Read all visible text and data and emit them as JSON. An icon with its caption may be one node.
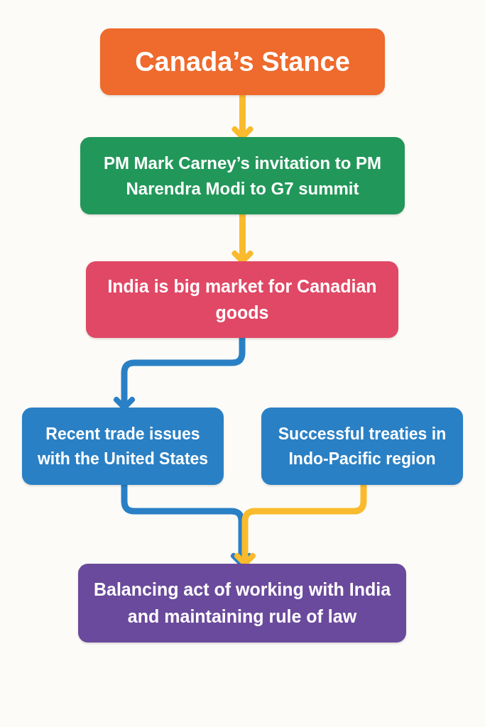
{
  "diagram": {
    "nodes": [
      {
        "text": [
          "Canada’s Stance"
        ]
      },
      {
        "text": [
          "PM Mark Carney’s invitation to PM Narendra Modi to G7 summit"
        ]
      },
      {
        "text": [
          "India is big market for Canadian goods"
        ]
      },
      {
        "text": [
          "Recent trade issues with the United States"
        ]
      },
      {
        "text": [
          "Successful treaties in Indo-Pacific region"
        ]
      },
      {
        "text": [
          "Balancing act of working with India and maintaining rule of law"
        ]
      }
    ],
    "edges": [
      {
        "from": 0,
        "to": 1,
        "arrow": "to"
      },
      {
        "from": 1,
        "to": 2,
        "arrow": "to"
      },
      {
        "from": 2,
        "to": 3,
        "arrow": "to",
        "color": "#2a80c5"
      },
      {
        "from": 3,
        "to": 5,
        "arrow": "to",
        "color": "#2a80c5"
      },
      {
        "from": 4,
        "to": 5,
        "arrow": "to"
      }
    ]
  }
}
